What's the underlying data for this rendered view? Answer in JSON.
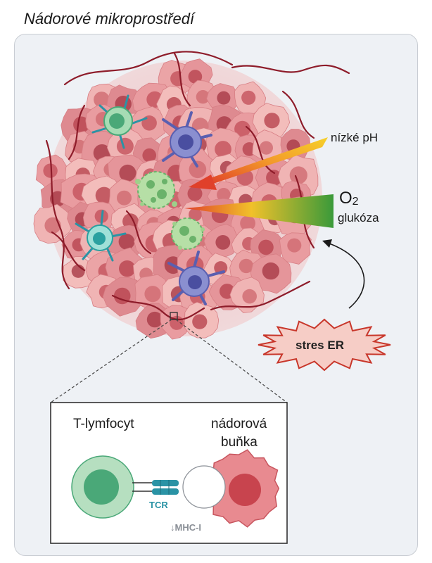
{
  "title": "Nádorové mikroprostředí",
  "labels": {
    "low_ph": "nízké pH",
    "oxygen": "O",
    "oxygen_sub": "2",
    "glucose": "glukóza",
    "er_stress": "stres ER",
    "t_cell": "T-lymfocyt",
    "tumor_cell_line1": "nádorová",
    "tumor_cell_line2": "buňka",
    "tcr": "TCR",
    "mhc": "↓MHC-I"
  },
  "colors": {
    "tumor_pink": "#e8a0a0",
    "tumor_dark": "#c45a60",
    "vessel": "#8e1c2a",
    "t_cell_green": "#7fc79a",
    "t_cell_dark": "#3f9a6b",
    "tcr_teal": "#2a93a5",
    "dendritic_purple": "#6a6fc0",
    "gradient_green": "#3a9a3a",
    "gradient_yellow": "#f1c12a",
    "gradient_red": "#e0402a"
  }
}
